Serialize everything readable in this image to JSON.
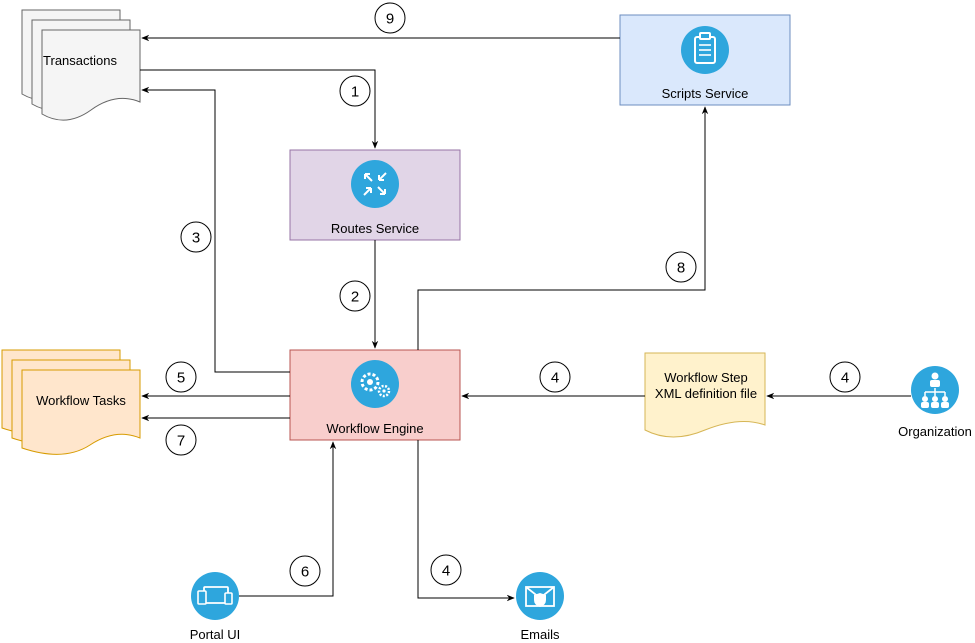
{
  "nodes": {
    "transactions": {
      "label": "Transactions"
    },
    "scripts_service": {
      "label": "Scripts Service"
    },
    "routes_service": {
      "label": "Routes Service"
    },
    "workflow_engine": {
      "label": "Workflow Engine"
    },
    "workflow_tasks": {
      "label": "Workflow Tasks"
    },
    "workflow_step_file": {
      "line1": "Workflow Step",
      "line2": "XML definition file"
    },
    "organization": {
      "label": "Organization"
    },
    "portal_ui": {
      "label": "Portal UI"
    },
    "emails": {
      "label": "Emails"
    }
  },
  "steps": {
    "transactions_to_routes": "1",
    "routes_to_engine": "2",
    "engine_to_transactions": "3",
    "xml_to_engine": "4",
    "org_to_xml": "4",
    "engine_to_emails": "4",
    "engine_to_tasks_a": "5",
    "portal_to_engine": "6",
    "engine_to_tasks_b": "7",
    "engine_to_scripts": "8",
    "scripts_to_transactions": "9"
  },
  "colors": {
    "icon_blue": "#2ea6dd",
    "scripts_fill": "#dae8fc",
    "scripts_stroke": "#6c8ebf",
    "routes_fill": "#e1d5e7",
    "routes_stroke": "#9673a6",
    "engine_fill": "#f8cecc",
    "engine_stroke": "#b85450",
    "tasks_fill": "#ffe6cc",
    "tasks_stroke": "#d79b00",
    "doc_fill": "#fff2cc",
    "doc_stroke": "#d6b656",
    "transactions_fill": "#f5f5f5",
    "transactions_stroke": "#666666"
  },
  "icons": {
    "scripts": "clipboard-icon",
    "routes": "routing-arrows-icon",
    "engine": "gears-icon",
    "organization": "org-chart-icon",
    "portal": "devices-icon",
    "emails": "secure-mail-icon"
  }
}
